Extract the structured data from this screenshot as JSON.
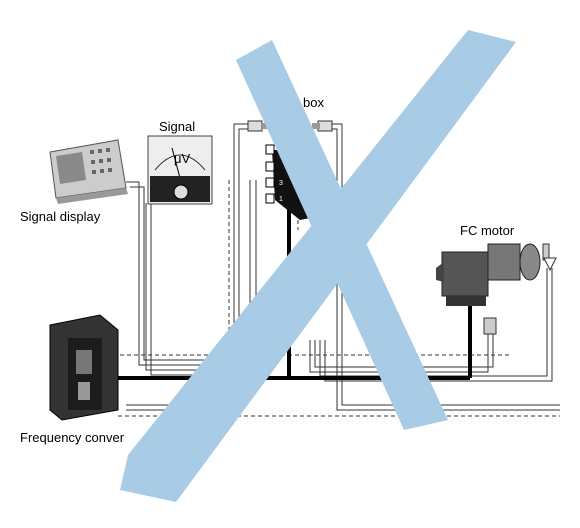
{
  "labels": {
    "signal": "Signal",
    "signal_display": "Signal display",
    "box": "box",
    "fc_motor": "FC motor",
    "frequency_converter": "Frequency conver",
    "meter_unit": "μV"
  },
  "overlay": {
    "type": "cross-out",
    "color": "#a8cbe6"
  }
}
